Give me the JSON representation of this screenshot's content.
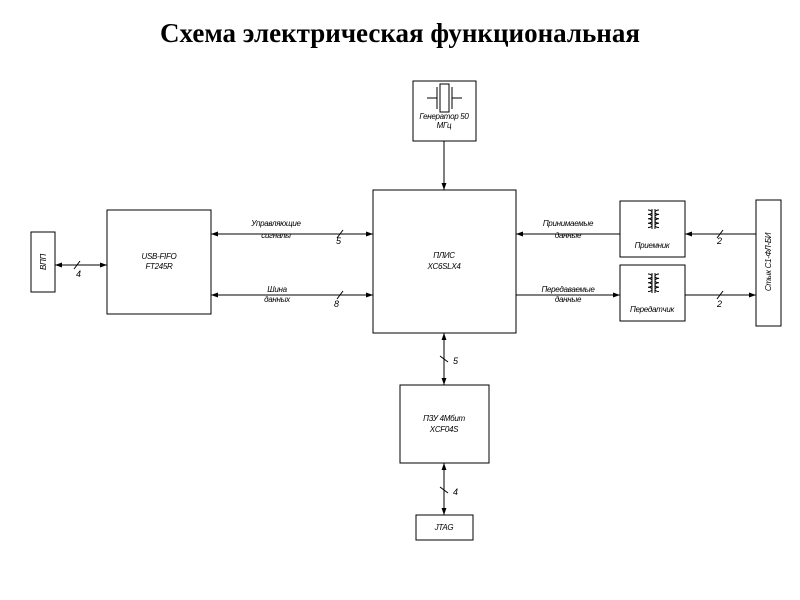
{
  "title": "Схема электрическая функциональная",
  "blocks": {
    "generator": [
      "Генератор 50",
      "МГц"
    ],
    "vpp": "ВПП",
    "usb_fifo": [
      "USB-FIFO",
      "FT245R"
    ],
    "plis": [
      "ПЛИС",
      "XC6SLX4"
    ],
    "receiver": "Приемник",
    "transmitter": "Передатчик",
    "connector": "Стык С1-ФЛ-БИ",
    "pzu": [
      "ПЗУ 4Мбит",
      "XCF04S"
    ],
    "jtag": "JTAG"
  },
  "signals": {
    "control": [
      "Управляющие",
      "сигналы"
    ],
    "data_bus": [
      "Шина",
      "данных"
    ],
    "received": [
      "Принимаемые",
      "данные"
    ],
    "transmitted": [
      "Передаваемые",
      "данные"
    ]
  },
  "bus_widths": {
    "vpp_usb": "4",
    "control": "5",
    "data_bus": "8",
    "receiver_conn": "2",
    "transmitter_conn": "2",
    "plis_pzu": "5",
    "pzu_jtag": "4"
  }
}
